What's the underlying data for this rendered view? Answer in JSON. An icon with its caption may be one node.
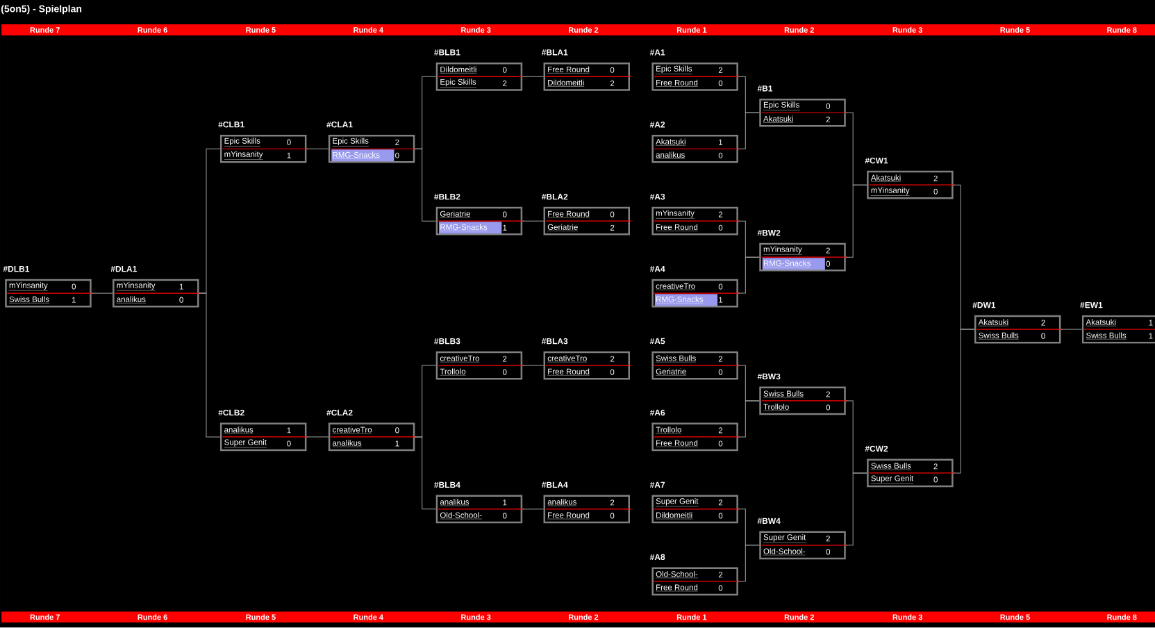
{
  "diagram": {
    "title": "(5on5) - Spielplan",
    "nodes": [
      {
        "text": [
          "#DLB1",
          "mYinsanity",
          "0",
          "Swiss Bulls",
          "1"
        ]
      },
      {
        "text": [
          "#DLA1",
          "mYinsanity",
          "1",
          "analikus",
          "0"
        ]
      },
      {
        "text": [
          "#CLB1",
          "Epic Skills",
          "0",
          "mYinsanity",
          "1"
        ]
      },
      {
        "text": [
          "#CLB2",
          "analikus",
          "1",
          "Super Genit",
          "0"
        ]
      },
      {
        "text": [
          "#CLA1",
          "Epic Skills",
          "2",
          "RMG-Snacks",
          "0"
        ]
      },
      {
        "text": [
          "#CLA2",
          "creativeTro",
          "0",
          "analikus",
          "1"
        ]
      },
      {
        "text": [
          "#BLB1",
          "Dildomeitli",
          "0",
          "Epic Skills",
          "2"
        ]
      },
      {
        "text": [
          "#BLB2",
          "Geriatrie",
          "0",
          "RMG-Snacks",
          "1"
        ]
      },
      {
        "text": [
          "#BLB3",
          "creativeTro",
          "2",
          "Trollolo",
          "0"
        ]
      },
      {
        "text": [
          "#BLB4",
          "analikus",
          "1",
          "Old-School-",
          "0"
        ]
      },
      {
        "text": [
          "#BLA1",
          "Free Round",
          "0",
          "Dildomeitli",
          "2"
        ]
      },
      {
        "text": [
          "#BLA2",
          "Free Round",
          "0",
          "Geriatrie",
          "2"
        ]
      },
      {
        "text": [
          "#BLA3",
          "creativeTro",
          "2",
          "Free Round",
          "0"
        ]
      },
      {
        "text": [
          "#BLA4",
          "analikus",
          "2",
          "Free Round",
          "0"
        ]
      },
      {
        "text": [
          "#A1",
          "Epic Skills",
          "2",
          "Free Round",
          "0"
        ]
      },
      {
        "text": [
          "#A2",
          "Akatsuki",
          "1",
          "analikus",
          "0"
        ]
      },
      {
        "text": [
          "#A3",
          "mYinsanity",
          "2",
          "Free Round",
          "0"
        ]
      },
      {
        "text": [
          "#A4",
          "creativeTro",
          "0",
          "RMG-Snacks",
          "1"
        ]
      },
      {
        "text": [
          "#A5",
          "Swiss Bulls",
          "2",
          "Geriatrie",
          "0"
        ]
      },
      {
        "text": [
          "#A6",
          "Trollolo",
          "2",
          "Free Round",
          "0"
        ]
      },
      {
        "text": [
          "#A7",
          "Super Genit",
          "2",
          "Dildomeitli",
          "0"
        ]
      },
      {
        "text": [
          "#A8",
          "Old-School-",
          "2",
          "Free Round",
          "0"
        ]
      },
      {
        "text": [
          "#B1",
          "Epic Skills",
          "0",
          "Akatsuki",
          "2"
        ]
      },
      {
        "text": [
          "#BW2",
          "mYinsanity",
          "2",
          "RMG-Snacks",
          "0"
        ]
      },
      {
        "text": [
          "#BW3",
          "Swiss Bulls",
          "2",
          "Trollolo",
          "0"
        ]
      },
      {
        "text": [
          "#BW4",
          "Super Genit",
          "2",
          "Old-School-",
          "0"
        ]
      },
      {
        "text": [
          "#CW1",
          "Akatsuki",
          "2",
          "mYinsanity",
          "0"
        ]
      },
      {
        "text": [
          "#CW2",
          "Swiss Bulls",
          "2",
          "Super Genit",
          "0"
        ]
      },
      {
        "text": [
          "#DW1",
          "Akatsuki",
          "2",
          "Swiss Bulls",
          "0"
        ]
      },
      {
        "text": [
          "#EW1",
          "Akatsuki",
          "1",
          "Swiss Bulls",
          "1"
        ]
      }
    ],
    "edges": [
      {
        "from": 0,
        "to": 1,
        "arrow": "none"
      },
      {
        "from": 1,
        "to": 2,
        "arrow": "none"
      },
      {
        "from": 1,
        "to": 3,
        "arrow": "none"
      },
      {
        "from": 2,
        "to": 4,
        "arrow": "none"
      },
      {
        "from": 3,
        "to": 5,
        "arrow": "none"
      },
      {
        "from": 4,
        "to": 6,
        "arrow": "none"
      },
      {
        "from": 4,
        "to": 7,
        "arrow": "none"
      },
      {
        "from": 5,
        "to": 8,
        "arrow": "none"
      },
      {
        "from": 5,
        "to": 9,
        "arrow": "none"
      },
      {
        "from": 6,
        "to": 10,
        "arrow": "none"
      },
      {
        "from": 7,
        "to": 11,
        "arrow": "none"
      },
      {
        "from": 8,
        "to": 12,
        "arrow": "none"
      },
      {
        "from": 9,
        "to": 13,
        "arrow": "none"
      },
      {
        "from": 14,
        "to": 22,
        "arrow": "none"
      },
      {
        "from": 15,
        "to": 22,
        "arrow": "none"
      },
      {
        "from": 16,
        "to": 23,
        "arrow": "none"
      },
      {
        "from": 17,
        "to": 23,
        "arrow": "none"
      },
      {
        "from": 18,
        "to": 24,
        "arrow": "none"
      },
      {
        "from": 19,
        "to": 24,
        "arrow": "none"
      },
      {
        "from": 20,
        "to": 25,
        "arrow": "none"
      },
      {
        "from": 21,
        "to": 25,
        "arrow": "none"
      },
      {
        "from": 22,
        "to": 26,
        "arrow": "none"
      },
      {
        "from": 23,
        "to": 26,
        "arrow": "none"
      },
      {
        "from": 24,
        "to": 27,
        "arrow": "none"
      },
      {
        "from": 25,
        "to": 27,
        "arrow": "none"
      },
      {
        "from": 26,
        "to": 28,
        "arrow": "none"
      },
      {
        "from": 27,
        "to": 28,
        "arrow": "none"
      },
      {
        "from": 28,
        "to": 29,
        "arrow": "none"
      }
    ],
    "labels": [
      "Runde 7",
      "Runde 6",
      "Runde 5",
      "Runde 4",
      "Runde 3",
      "Runde 2",
      "Runde 1",
      "Runde 2",
      "Runde 3",
      "Runde 5",
      "Runde 8",
      "Runde 7",
      "Runde 6",
      "Runde 5",
      "Runde 4",
      "Runde 3",
      "Runde 2",
      "Runde 1",
      "Runde 2",
      "Runde 3",
      "Runde 5",
      "Runde 8"
    ]
  }
}
